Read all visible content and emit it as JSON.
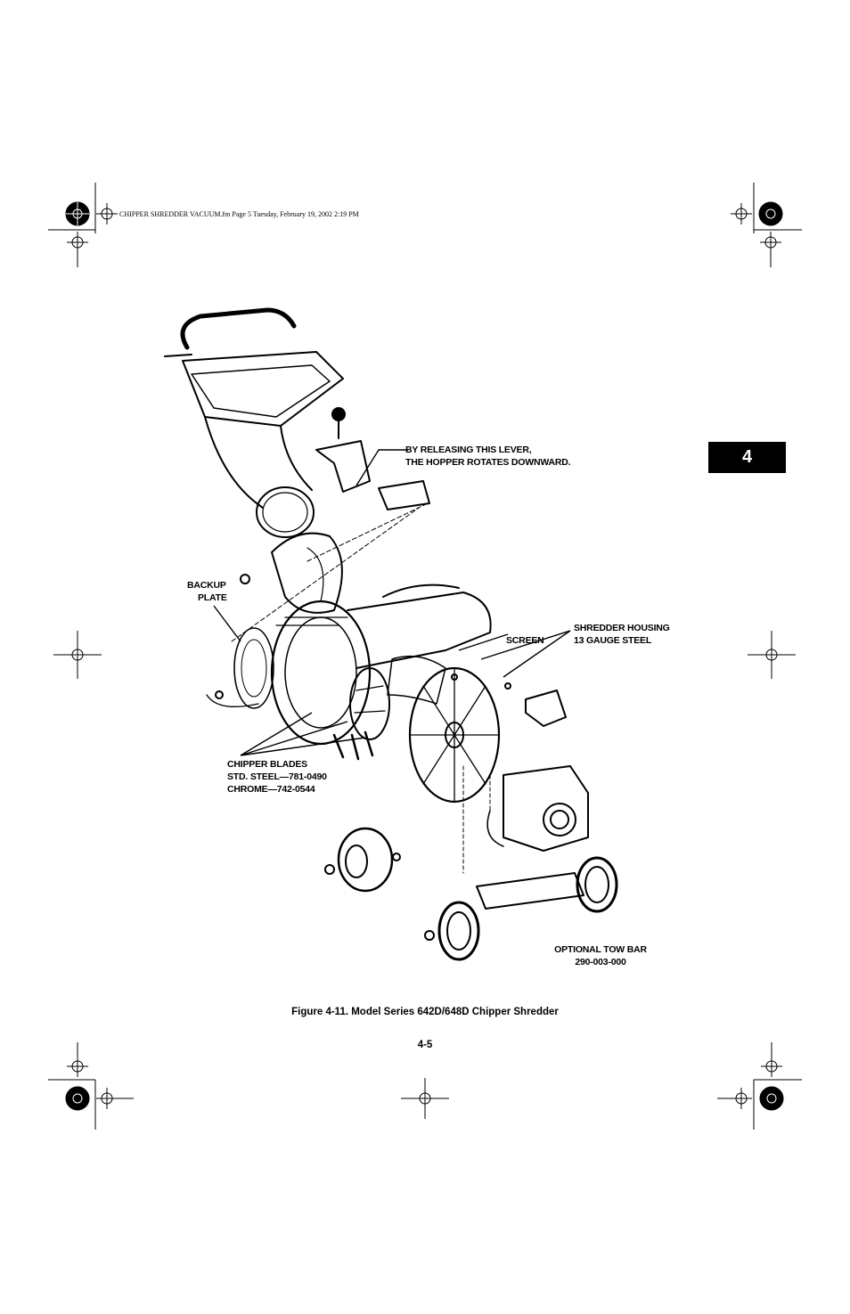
{
  "print_header": "CHIPPER SHREDDER VACUUM.fm  Page 5  Tuesday, February 19, 2002  2:19 PM",
  "chapter_tab": "4",
  "callouts": {
    "lever": [
      "BY RELEASING THIS LEVER,",
      "THE HOPPER ROTATES DOWNWARD."
    ],
    "backup_plate": [
      "BACKUP",
      "PLATE"
    ],
    "screen": "SCREEN",
    "housing": [
      "SHREDDER HOUSING",
      "13 GAUGE STEEL"
    ],
    "blades": [
      "CHIPPER BLADES",
      "STD. STEEL—781-0490",
      "CHROME—742-0544"
    ],
    "tow_bar": [
      "OPTIONAL TOW BAR",
      "290-003-000"
    ]
  },
  "figure_caption": "Figure 4-11.  Model Series 642D/648D Chipper Shredder",
  "page_number": "4-5"
}
